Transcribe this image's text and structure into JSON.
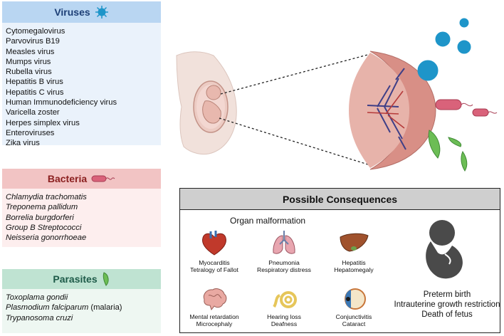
{
  "viruses": {
    "title": "Viruses",
    "items": [
      "Cytomegalovirus",
      "Parvovirus B19",
      "Measles virus",
      "Mumps virus",
      "Rubella virus",
      "Hepatitis B virus",
      "Hepatitis C virus",
      "Human Immunodeficiency virus",
      "Varicella zoster",
      "Herpes simplex virus",
      "Enteroviruses",
      "Zika virus"
    ]
  },
  "bacteria": {
    "title": "Bacteria",
    "items": [
      "Chlamydia trachomatis",
      "Treponema pallidum",
      "Borrelia burgdorferi",
      "Group B Streptococci",
      "Neisseria gonorrhoeae"
    ]
  },
  "parasites": {
    "title": "Parasites",
    "items": [
      "Toxoplama gondii",
      "Plasmodium falciparum",
      "Trypanosoma cruzi"
    ],
    "malaria_note": " (malaria)"
  },
  "consequences": {
    "title": "Possible Consequences",
    "organ_title": "Organ malformation",
    "organs": [
      {
        "icon": "heart-icon",
        "line1": "Myocarditis",
        "line2": "Tetralogy of Fallot"
      },
      {
        "icon": "lungs-icon",
        "line1": "Pneumonia",
        "line2": "Respiratory distress"
      },
      {
        "icon": "liver-icon",
        "line1": "Hepatitis",
        "line2": "Hepatomegaly"
      },
      {
        "icon": "brain-icon",
        "line1": "Mental retardation",
        "line2": "Microcephaly"
      },
      {
        "icon": "ear-icon",
        "line1": "Hearing loss",
        "line2": "Deafness"
      },
      {
        "icon": "eye-icon",
        "line1": "Conjunctivitis",
        "line2": "Cataract"
      }
    ],
    "outcomes": [
      "Preterm birth",
      "Intrauterine growth restriction",
      "Death of fetus"
    ]
  },
  "colors": {
    "virus": "#1e95c9",
    "bacteria": "#d9627a",
    "parasite": "#6cbd55",
    "placenta": "#d88f86"
  }
}
